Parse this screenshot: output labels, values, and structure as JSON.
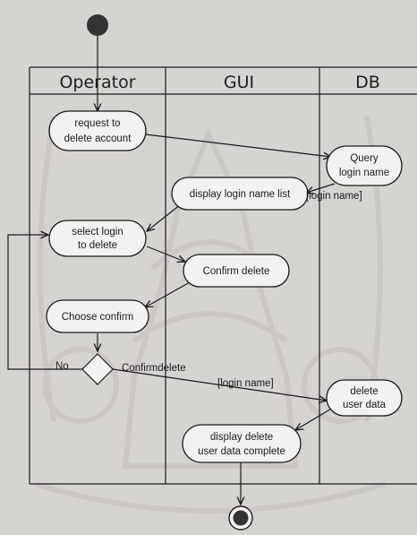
{
  "diagram": {
    "type": "activity-diagram",
    "colors": {
      "background": "#d6d4d1",
      "line": "#1a1a1a",
      "node_fill": "#f2f2f2",
      "start_node": "#333333"
    },
    "lanes": [
      {
        "id": "operator",
        "title": "Operator"
      },
      {
        "id": "gui",
        "title": "GUI"
      },
      {
        "id": "db",
        "title": "DB"
      }
    ],
    "nodes": {
      "request": {
        "lines": [
          "request to",
          "delete account"
        ]
      },
      "query": {
        "lines": [
          "Query",
          "login name"
        ]
      },
      "display_list": {
        "lines": [
          "display login name list"
        ]
      },
      "select": {
        "lines": [
          "select login",
          "to delete"
        ]
      },
      "confirm_delete": {
        "lines": [
          "Confirm delete"
        ]
      },
      "choose_confirm": {
        "lines": [
          "Choose confirm"
        ]
      },
      "delete_data": {
        "lines": [
          "delete",
          "user data"
        ]
      },
      "display_complete": {
        "lines": [
          "display delete",
          "user data complete"
        ]
      }
    },
    "guards": {
      "no": "No",
      "confirm": "Confirmdelete",
      "login_name_1": "[login name]",
      "login_name_2": "[login name]"
    }
  }
}
